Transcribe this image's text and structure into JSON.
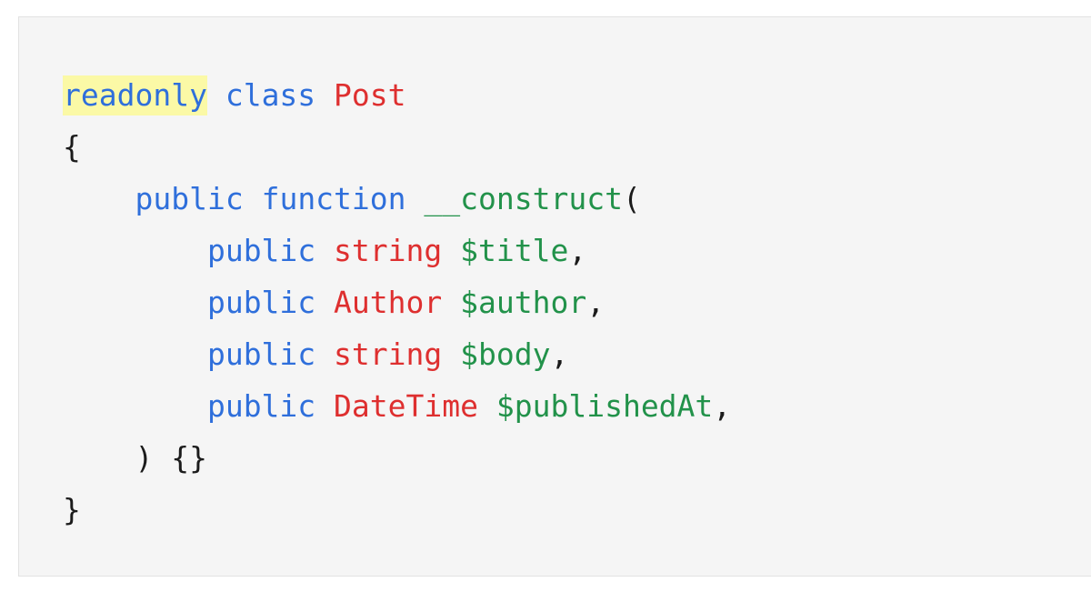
{
  "colors": {
    "background": "#f5f5f5",
    "keyword": "#2f6fdb",
    "type": "#de2f2f",
    "variable": "#22924a",
    "punctuation": "#1b1b1b",
    "highlight": "#fbf9a6"
  },
  "code": {
    "line1": {
      "readonly": "readonly",
      "class": "class",
      "name": "Post"
    },
    "line2": {
      "brace_open": "{"
    },
    "line3": {
      "public": "public",
      "function": "function",
      "construct": "__construct",
      "paren_open": "("
    },
    "line4": {
      "public": "public",
      "type": "string",
      "var": "$title",
      "comma": ","
    },
    "line5": {
      "public": "public",
      "type": "Author",
      "var": "$author",
      "comma": ","
    },
    "line6": {
      "public": "public",
      "type": "string",
      "var": "$body",
      "comma": ","
    },
    "line7": {
      "public": "public",
      "type": "DateTime",
      "var": "$publishedAt",
      "comma": ","
    },
    "line8": {
      "close": ") {}"
    },
    "line9": {
      "brace_close": "}"
    }
  }
}
